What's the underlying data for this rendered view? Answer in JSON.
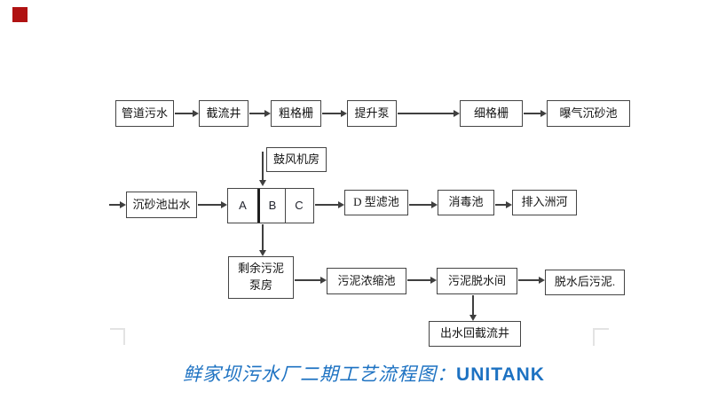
{
  "slide": {
    "accent_square_color": "#b01212",
    "background_color": "#ffffff",
    "box_border_color": "#454545",
    "arrow_color": "#3f3f3f",
    "corner_mark_color": "#e3e3e3"
  },
  "caption": {
    "text_cn": "鲜家坝污水厂二期工艺流程图：",
    "text_en": "UNITANK",
    "color": "#1d72c2"
  },
  "flowchart": {
    "pretreatment": [
      "管道污水",
      "截流井",
      "粗格栅",
      "提升泵",
      "细格栅",
      "曝气沉砂池"
    ],
    "secondary": {
      "inlet": "沉砂池出水",
      "blower_room": "鼓风机房",
      "unitank_cells": [
        "A",
        "B",
        "C"
      ],
      "filter": "D 型滤池",
      "disinfection": "消毒池",
      "discharge": "排入洲河"
    },
    "sludge": {
      "pump_room_line1": "剩余污泥",
      "pump_room_line2": "泵房",
      "thickener": "污泥浓缩池",
      "dewatering": "污泥脱水间",
      "dried": "脱水后污泥.",
      "return_well": "出水回截流井"
    }
  }
}
